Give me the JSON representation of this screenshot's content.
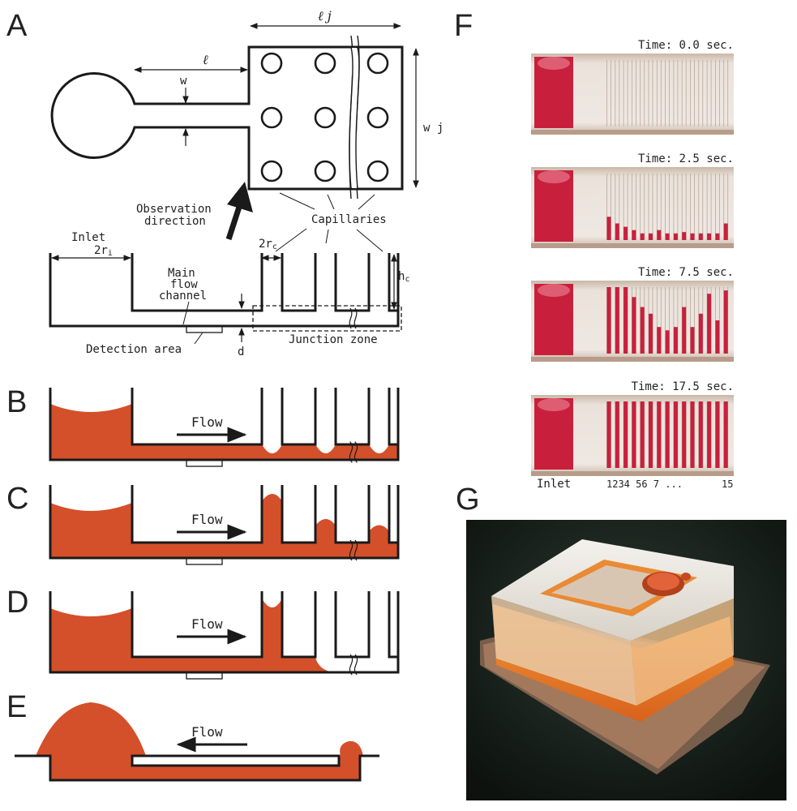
{
  "panels": {
    "A": "A",
    "B": "B",
    "C": "C",
    "D": "D",
    "E": "E",
    "F": "F",
    "G": "G"
  },
  "colors": {
    "fluid": "#d4502a",
    "line": "#1a1a1a",
    "glass": "#e8e0da",
    "red_dye": "#c8203c"
  },
  "panelA": {
    "lj": "ℓ j",
    "l": "ℓ",
    "w": "w",
    "wj": "w j",
    "observation": [
      "Observation",
      "direction"
    ],
    "capillaries": "Capillaries",
    "inlet": "Inlet",
    "two_ri": "2r",
    "two_ri_sub": "i",
    "two_rc": "2r",
    "two_rc_sub": "c",
    "hc": "h",
    "hc_sub": "c",
    "main_flow": [
      "Main",
      "flow",
      "channel"
    ],
    "detection": "Detection area",
    "d": "d",
    "junction": "Junction zone"
  },
  "flow_label": "Flow",
  "panelF": {
    "times": [
      "Time:  0.0 sec.",
      "Time:  2.5 sec.",
      "Time:  7.5 sec.",
      "Time: 17.5 sec."
    ],
    "fill_levels": [
      [
        0,
        0,
        0,
        0,
        0,
        0,
        0,
        0,
        0,
        0,
        0,
        0,
        0,
        0,
        0
      ],
      [
        0.35,
        0.25,
        0.2,
        0.15,
        0.1,
        0.1,
        0.15,
        0.1,
        0.1,
        0.12,
        0.1,
        0.1,
        0.1,
        0.1,
        0.25
      ],
      [
        1,
        1,
        1,
        0.85,
        0.7,
        0.6,
        0.4,
        0.35,
        0.4,
        0.7,
        0.4,
        0.6,
        0.9,
        0.5,
        0.95
      ],
      [
        1,
        1,
        1,
        1,
        1,
        1,
        1,
        1,
        1,
        1,
        1,
        1,
        1,
        1,
        1
      ]
    ],
    "inlet_label": "Inlet",
    "capillary_numbers": "1234 56 7  ...",
    "last_number": "15"
  },
  "panelG": {
    "caption": ""
  }
}
